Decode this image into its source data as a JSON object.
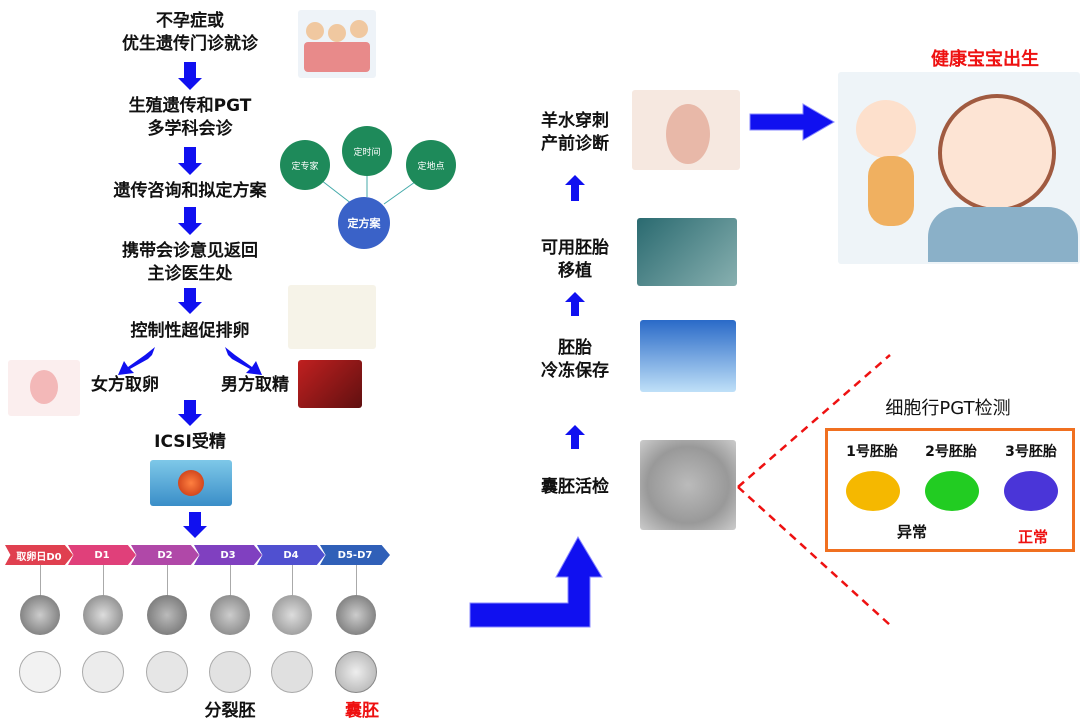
{
  "left_flow": {
    "step1": [
      "不孕症或",
      "优生遗传门诊就诊"
    ],
    "step2": [
      "生殖遗传和PGT",
      "多学科会诊"
    ],
    "step3": "遗传咨询和拟定方案",
    "step4": [
      "携带会诊意见返回",
      "主诊医生处"
    ],
    "step5": "控制性超促排卵",
    "female": "女方取卵",
    "male": "男方取精",
    "icsi": "ICSI受精"
  },
  "consult_diagram": {
    "nodes": [
      "定专家",
      "定时间",
      "定地点"
    ],
    "center": "定方案"
  },
  "timeline": {
    "days": [
      "取卵日D0",
      "D1",
      "D2",
      "D3",
      "D4",
      "D5-D7"
    ],
    "cleavage_label": "分裂胚",
    "blastocyst_label": "囊胚"
  },
  "right_flow": {
    "biopsy": "囊胚活检",
    "freeze": [
      "胚胎",
      "冷冻保存"
    ],
    "transfer": [
      "可用胚胎",
      "移植"
    ],
    "amnio": [
      "羊水穿刺",
      "产前诊断"
    ],
    "birth": "健康宝宝出生"
  },
  "pgt": {
    "title": "细胞行PGT检测",
    "embryos": [
      {
        "label": "1号胚胎",
        "color": "#f5b800"
      },
      {
        "label": "2号胚胎",
        "color": "#22cc22"
      },
      {
        "label": "3号胚胎",
        "color": "#4a35d8"
      }
    ],
    "abnormal": "异常",
    "normal": "正常"
  },
  "colors": {
    "arrow": "#1010f0",
    "red": "#ee1111",
    "box": "#f07020"
  }
}
